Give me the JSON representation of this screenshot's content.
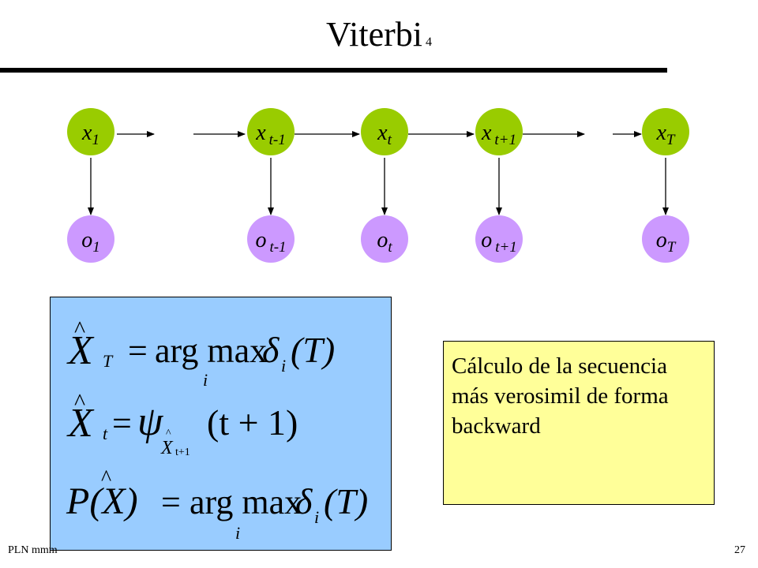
{
  "slide": {
    "title": "Viterbi",
    "title_index": "4",
    "footer_left": "PLN  mmm",
    "footer_right": "27"
  },
  "diagram": {
    "hidden_nodes": [
      {
        "base": "x",
        "sub": "1"
      },
      {
        "base": "x",
        "sub": "t-1"
      },
      {
        "base": "x",
        "sub": "t"
      },
      {
        "base": "x",
        "sub": "t+1"
      },
      {
        "base": "x",
        "sub": "T"
      }
    ],
    "observed_nodes": [
      {
        "base": "o",
        "sub": "1"
      },
      {
        "base": "o",
        "sub": "t-1"
      },
      {
        "base": "o",
        "sub": "t"
      },
      {
        "base": "o",
        "sub": "t+1"
      },
      {
        "base": "o",
        "sub": "T"
      }
    ],
    "colors": {
      "hidden_fill": "#99cc00",
      "observed_fill": "#cc99ff",
      "formula_bg": "#99ccff",
      "note_bg": "#ffff99"
    }
  },
  "formulas": {
    "eq1": {
      "lhs": "X",
      "lhs_sub": "T",
      "rhs": "arg max",
      "delta_sub": "i",
      "arg": "(T)",
      "under": "i"
    },
    "eq2": {
      "lhs": "X",
      "lhs_sub": "t",
      "psi_sub": "X",
      "psi_sub_sub": "t+1",
      "arg": "(t + 1)"
    },
    "eq3": {
      "lhs": "P(X)",
      "rhs": "arg max",
      "delta_sub": "i",
      "arg": "(T)",
      "under": "i"
    }
  },
  "note": {
    "text": "Cálculo de la secuencia más verosimil de forma backward"
  }
}
